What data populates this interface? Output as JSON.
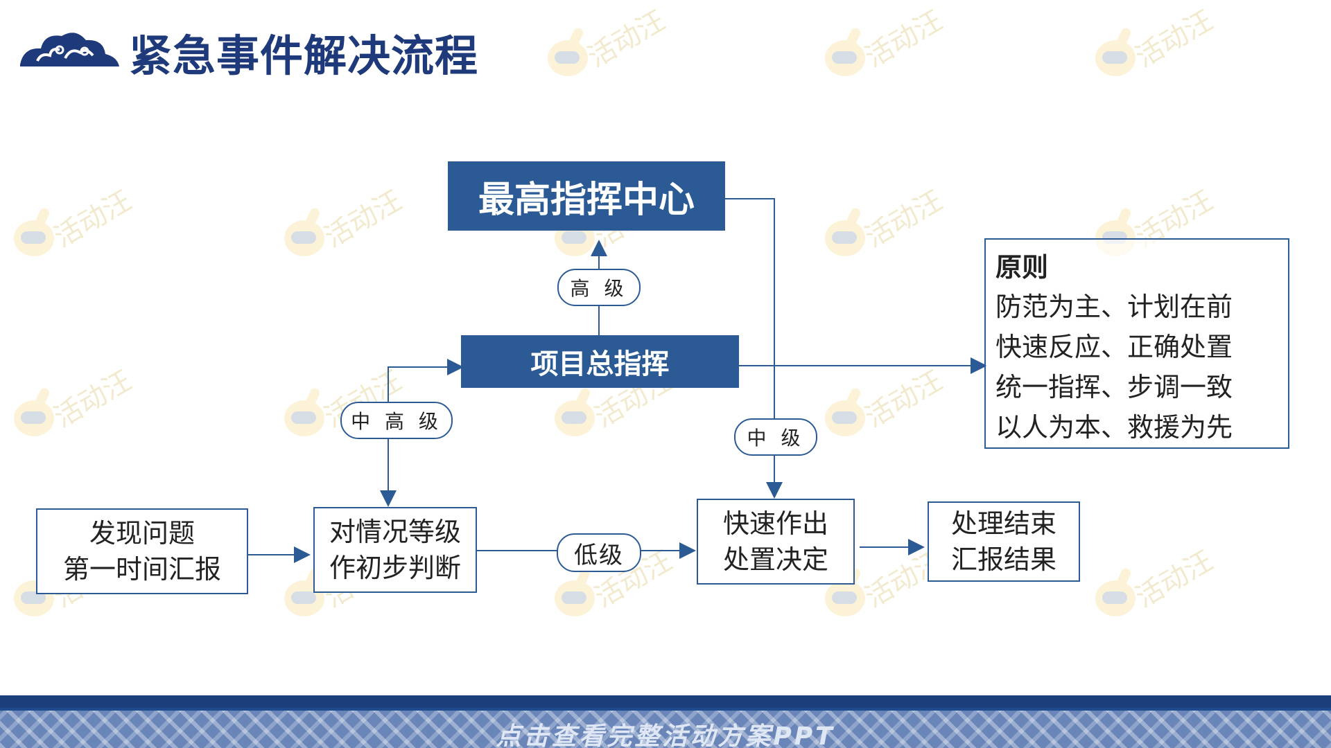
{
  "title": "紧急事件解决流程",
  "watermark_text": "活动汪",
  "nodes": {
    "command_center": "最高指挥中心",
    "project_commander": "项目总指挥",
    "discover": "发现问题\n第一时间汇报",
    "judge": "对情况等级\n作初步判断",
    "decide": "快速作出\n处置决定",
    "finish": "处理结束\n汇报结果"
  },
  "labels": {
    "high": "高 级",
    "mid_high": "中 高 级",
    "mid": "中 级",
    "low": "低级"
  },
  "principles": {
    "heading": "原则",
    "lines": [
      "防范为主、计划在前",
      "快速反应、正确处置",
      "统一指挥、步调一致",
      "以人为本、救援为先"
    ]
  },
  "footer_text": "点击查看完整活动方案PPT",
  "colors": {
    "primary": "#2b5a95",
    "title": "#1f3a7a",
    "footer": "#1f4a8c"
  }
}
